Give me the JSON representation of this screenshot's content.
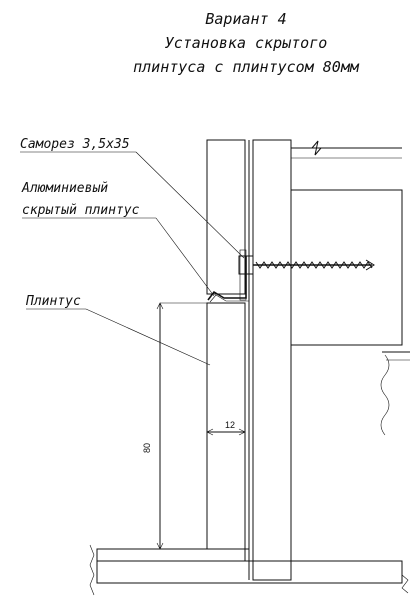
{
  "title": {
    "line1": "Вариант 4",
    "line2": "Установка скрытого",
    "line3": "плинтуса с плинтусом 80мм"
  },
  "callouts": {
    "screw": "Саморез 3,5х35",
    "aluminum_line1": "Алюминиевый",
    "aluminum_line2": "скрытый плинтус",
    "plinth": "Плинтус"
  },
  "dimensions": {
    "height": "80",
    "thickness": "12"
  }
}
